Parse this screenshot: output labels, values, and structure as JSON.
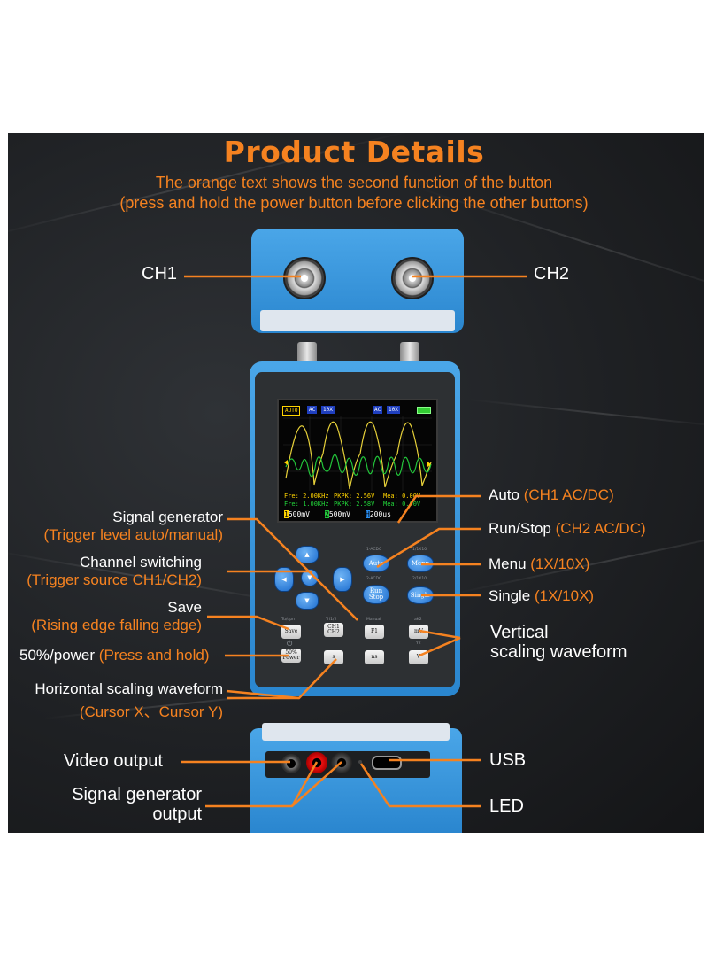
{
  "header": {
    "title": "Product Details",
    "subtitle_line1": "The orange text shows the second function of the button",
    "subtitle_line2": "(press and hold the power button before clicking the other buttons)"
  },
  "colors": {
    "accent": "#f58220",
    "device_blue": "#3b98de",
    "panel_dark": "#1f2124"
  },
  "labels": {
    "ch1": "CH1",
    "ch2": "CH2",
    "auto_main": "Auto",
    "auto_alt": "(CH1 AC/DC)",
    "runstop_main": "Run/Stop",
    "runstop_alt": "(CH2 AC/DC)",
    "menu_main": "Menu",
    "menu_alt": "(1X/10X)",
    "single_main": "Single",
    "single_alt": "(1X/10X)",
    "vertical_line1": "Vertical",
    "vertical_line2": "scaling waveform",
    "siggen_main": "Signal generator",
    "siggen_alt": "(Trigger level auto/manual)",
    "chswitch_main": "Channel switching",
    "chswitch_alt": "(Trigger source CH1/CH2)",
    "save_main": "Save",
    "save_alt": "(Rising edge falling edge)",
    "power_main": "50%/power",
    "power_alt": "(Press and hold)",
    "horiz_main": "Horizontal scaling waveform",
    "horiz_alt": "(Cursor X、Cursor Y)",
    "video": "Video output",
    "siggen_out_line1": "Signal generator",
    "siggen_out_line2": "output",
    "usb": "USB",
    "led": "LED"
  },
  "screen": {
    "mode": "AUTO",
    "ch1_coupling": "AC",
    "ch1_probe": "10X",
    "ch2_coupling": "AC",
    "ch2_probe": "10X",
    "row1_freq": "Fre: 2.00KHz",
    "row1_pkpk": "PKPK: 2.56V",
    "row1_mean": "Mea: 0.00V",
    "row2_freq": "Fre: 1.00KHz",
    "row2_pkpk": "PKPK: 2.58V",
    "row2_mean": "Mea: 0.00V",
    "ch1_scale": "500mV",
    "ch2_scale": "500mV",
    "timebase": "200us"
  },
  "buttons": {
    "auto": "Auto",
    "run_line1": "Run",
    "run_line2": "Stop",
    "menu": "Menu",
    "single": "Single",
    "save": "Save",
    "ch12_line1": "CH1",
    "ch12_line2": "CH2",
    "f1": "F1",
    "mv": "mV",
    "power_line1": "50%",
    "power_line2": "Power",
    "s": "s",
    "ns": "ns",
    "v": "V",
    "tag_auto": "1-ACDC",
    "tag_run": "2-ACDC",
    "tag_menu": "1/1X10",
    "tag_single": "2/1X10",
    "tag_save": "Tu/dpn",
    "tag_ch": "Tri1/2",
    "tag_f1": "Manual",
    "tag_mv": "aK2",
    "tag_v": "Y2"
  }
}
